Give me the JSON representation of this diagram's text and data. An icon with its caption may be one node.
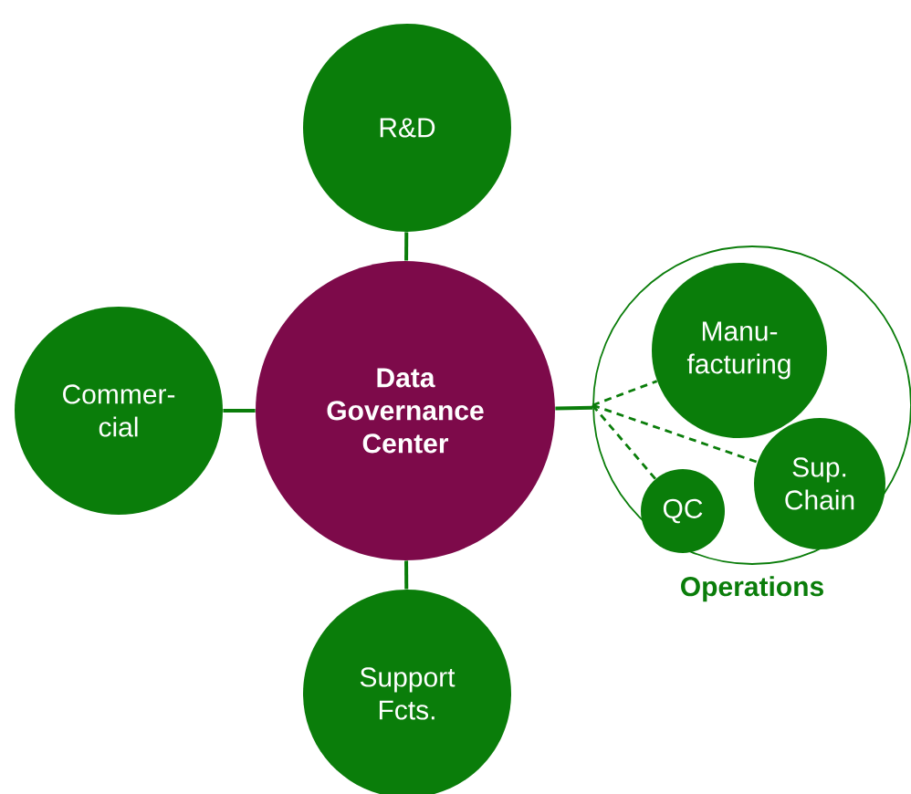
{
  "diagram": {
    "nodes": [
      {
        "text": [
          "Data Governance Center"
        ]
      },
      {
        "text": [
          "R&D"
        ]
      },
      {
        "text": [
          "Commer- cial"
        ]
      },
      {
        "text": [
          "Support Fcts."
        ]
      },
      {
        "text": [
          "Operations"
        ]
      },
      {
        "text": [
          "Manu- facturing"
        ],
        "in": 4
      },
      {
        "text": [
          "QC"
        ],
        "in": 4
      },
      {
        "text": [
          "Sup. Chain"
        ],
        "in": 4
      }
    ],
    "edges": [
      {
        "from": 0,
        "to": 1,
        "arrow": "none"
      },
      {
        "from": 0,
        "to": 2,
        "arrow": "none"
      },
      {
        "from": 0,
        "to": 3,
        "arrow": "none"
      },
      {
        "from": 0,
        "to": 4,
        "arrow": "none"
      },
      {
        "from": 4,
        "to": 5,
        "arrow": "none",
        "style": "dashed"
      },
      {
        "from": 4,
        "to": 6,
        "arrow": "none",
        "style": "dashed"
      },
      {
        "from": 4,
        "to": 7,
        "arrow": "none",
        "style": "dashed"
      }
    ]
  }
}
